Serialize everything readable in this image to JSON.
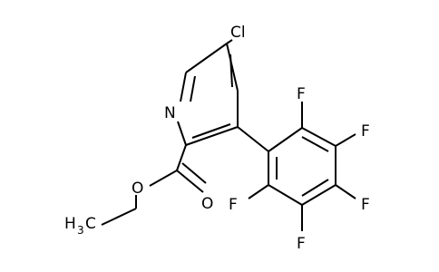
{
  "molecule": {
    "colors": {
      "bond": "#000000",
      "chlorine": "#000000",
      "nitrogen": "#000000",
      "oxygen": "#000000",
      "fluorine": "#000000",
      "background": "#ffffff"
    },
    "labels": {
      "cl": "Cl",
      "n": "N",
      "o_ester": "O",
      "o_carbonyl": "O",
      "ch3_main": "H",
      "ch3_sub": "3",
      "ch3_c": "C",
      "f1": "F",
      "f2": "F",
      "f3": "F",
      "f4": "F",
      "f5": "F"
    }
  }
}
